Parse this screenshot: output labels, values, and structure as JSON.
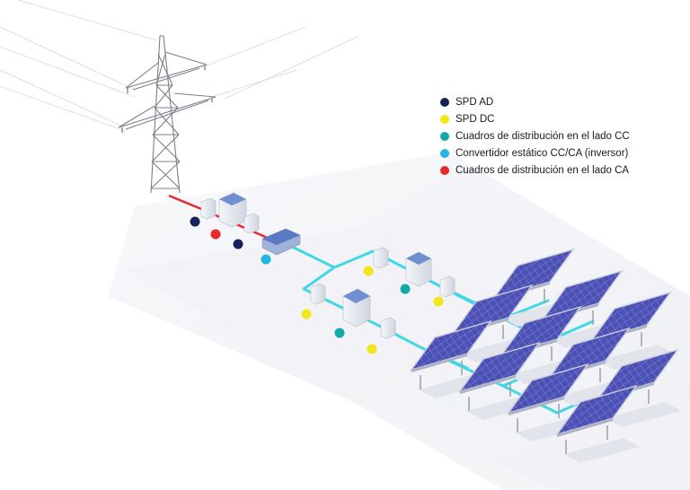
{
  "legend": {
    "items": [
      {
        "id": "spd-ad",
        "label": "SPD AD",
        "color": "#14245a"
      },
      {
        "id": "spd-dc",
        "label": "SPD DC",
        "color": "#f4e51c"
      },
      {
        "id": "cc-boards",
        "label": "Cuadros de distribución en el lado CC",
        "color": "#12aaa5"
      },
      {
        "id": "inverter",
        "label": "Convertidor estático CC/CA (inversor)",
        "color": "#22b5e0"
      },
      {
        "id": "ca-boards",
        "label": "Cuadros de distribución en el lado CA",
        "color": "#e8282b"
      }
    ]
  },
  "colors": {
    "dc_cable": "#40d8e6",
    "ac_cable": "#e8282b",
    "panel": "#4a4fb0",
    "panel_frame": "#c9ccdc",
    "tower": "#7a8088"
  },
  "diagram_markers": [
    {
      "type": "spd-ad"
    },
    {
      "type": "ca-boards"
    },
    {
      "type": "spd-ad"
    },
    {
      "type": "inverter"
    },
    {
      "type": "spd-dc"
    },
    {
      "type": "cc-boards"
    },
    {
      "type": "spd-dc"
    },
    {
      "type": "spd-dc"
    },
    {
      "type": "cc-boards"
    },
    {
      "type": "spd-dc"
    }
  ]
}
